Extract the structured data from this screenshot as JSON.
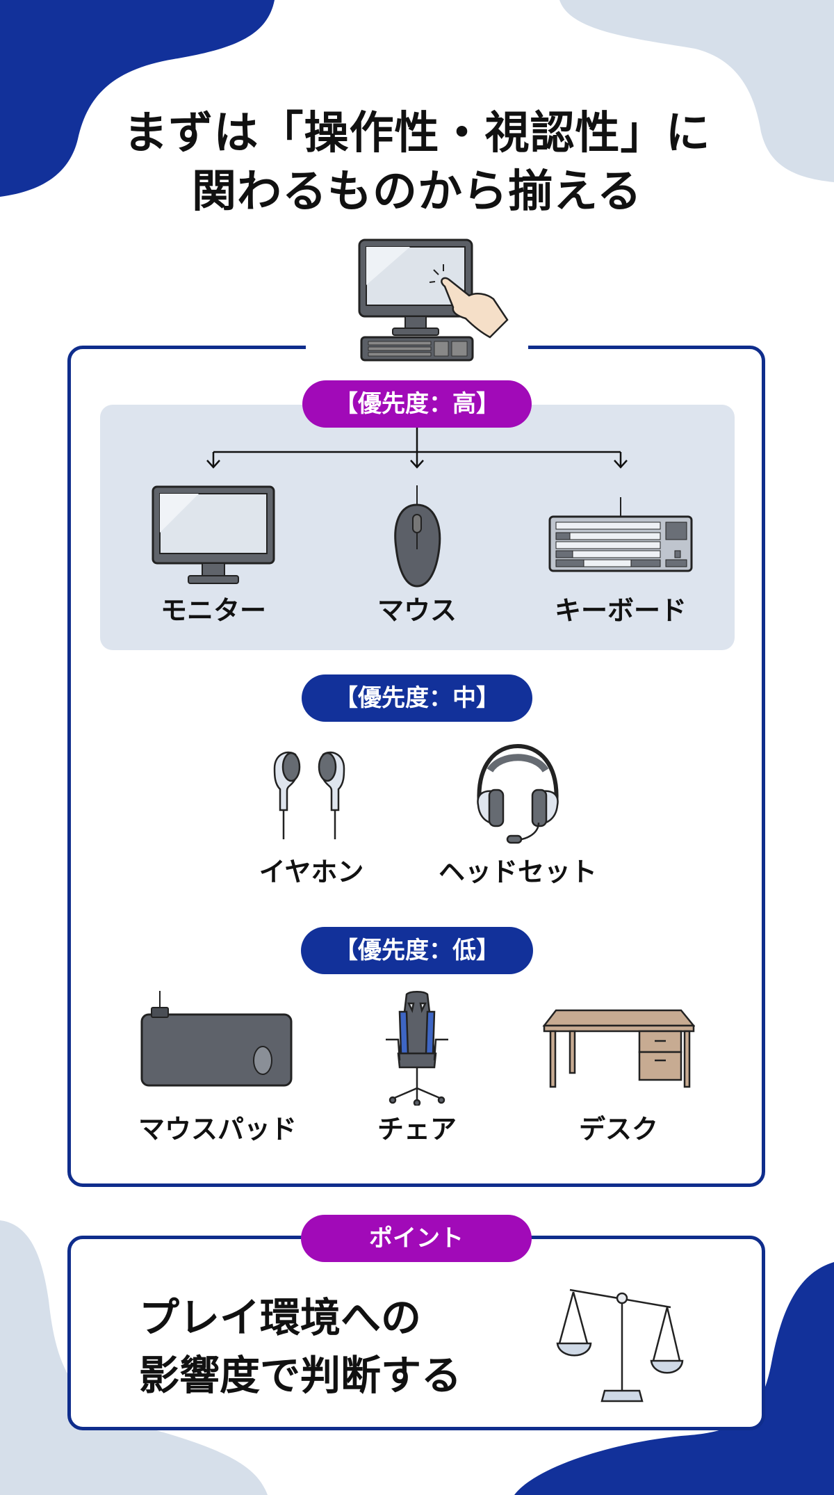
{
  "title": {
    "line1": "まずは「操作性・視認性」に",
    "line2": "関わるものから揃える"
  },
  "colors": {
    "navy": "#12319a",
    "border_navy": "#0f2d8c",
    "purple": "#a10ab8",
    "light_panel": "#dde4ee",
    "light_blob": "#d6dfea"
  },
  "hero": {
    "icon": "desktop-computer-touch-icon"
  },
  "sections": {
    "high": {
      "label": "【優先度：高】",
      "items": [
        {
          "label": "モニター",
          "icon": "monitor-icon"
        },
        {
          "label": "マウス",
          "icon": "mouse-icon"
        },
        {
          "label": "キーボード",
          "icon": "keyboard-icon"
        }
      ]
    },
    "mid": {
      "label": "【優先度：中】",
      "items": [
        {
          "label": "イヤホン",
          "icon": "earphones-icon"
        },
        {
          "label": "ヘッドセット",
          "icon": "headset-icon"
        }
      ]
    },
    "low": {
      "label": "【優先度：低】",
      "items": [
        {
          "label": "マウスパッド",
          "icon": "mousepad-icon"
        },
        {
          "label": "チェア",
          "icon": "gaming-chair-icon"
        },
        {
          "label": "デスク",
          "icon": "desk-icon"
        }
      ]
    }
  },
  "point": {
    "label": "ポイント",
    "line1": "プレイ環境への",
    "line2": "影響度で判断する",
    "icon": "balance-scale-icon"
  }
}
